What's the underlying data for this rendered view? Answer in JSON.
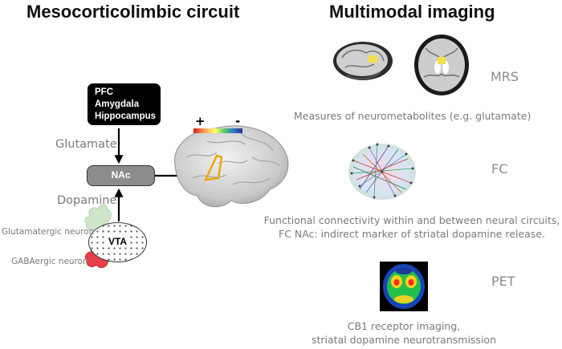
{
  "left": {
    "title": "Mesocorticolimbic circuit",
    "input_regions": [
      "PFC",
      "Amygdala",
      "Hippocampus"
    ],
    "glutamate_label": "Glutamate",
    "nac_label": "NAc",
    "dopamine_label": "Dopamine",
    "vta_label": "VTA",
    "glutamatergic_label": "Glutamatergic neuron",
    "gabaergic_label": "GABAergic neuron",
    "scale_plus": "+",
    "scale_minus": "-"
  },
  "right": {
    "title": "Multimodal imaging",
    "mrs": {
      "label": "MRS",
      "description": "Measures of neurometabolites (e.g. glutamate)"
    },
    "fc": {
      "label": "FC",
      "description_lines": [
        "Functional connectivity within and between neural circuits,",
        "FC NAc: indirect marker of striatal dopamine release."
      ]
    },
    "pet": {
      "label": "PET",
      "description_lines": [
        "CB1 receptor imaging,",
        "striatal dopamine neurotransmission"
      ]
    }
  },
  "colors": {
    "box_black": "#000000",
    "nac_fill": "#8c8c8c",
    "highlight_orange": "#f0a500",
    "glutamatergic_green": "#cfe6c8",
    "gabaergic_red": "#e8414a",
    "label_gray": "#7f7f7f"
  }
}
